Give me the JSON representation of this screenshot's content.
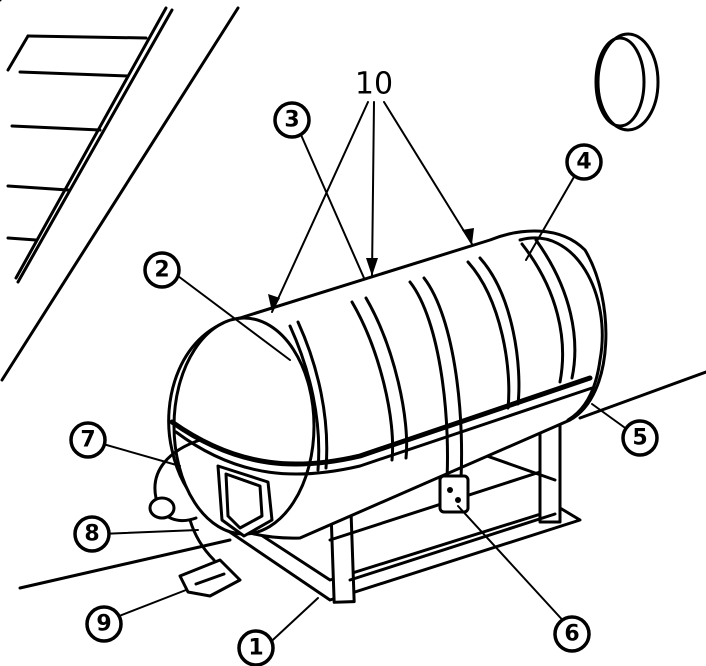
{
  "diagram": {
    "callouts": [
      {
        "id": "1",
        "label": "1"
      },
      {
        "id": "2",
        "label": "2"
      },
      {
        "id": "3",
        "label": "3"
      },
      {
        "id": "4",
        "label": "4"
      },
      {
        "id": "5",
        "label": "5"
      },
      {
        "id": "6",
        "label": "6"
      },
      {
        "id": "7",
        "label": "7"
      },
      {
        "id": "8",
        "label": "8"
      },
      {
        "id": "9",
        "label": "9"
      }
    ],
    "group_label": "10",
    "colors": {
      "ink": "#000000",
      "paper": "#ffffff"
    }
  }
}
